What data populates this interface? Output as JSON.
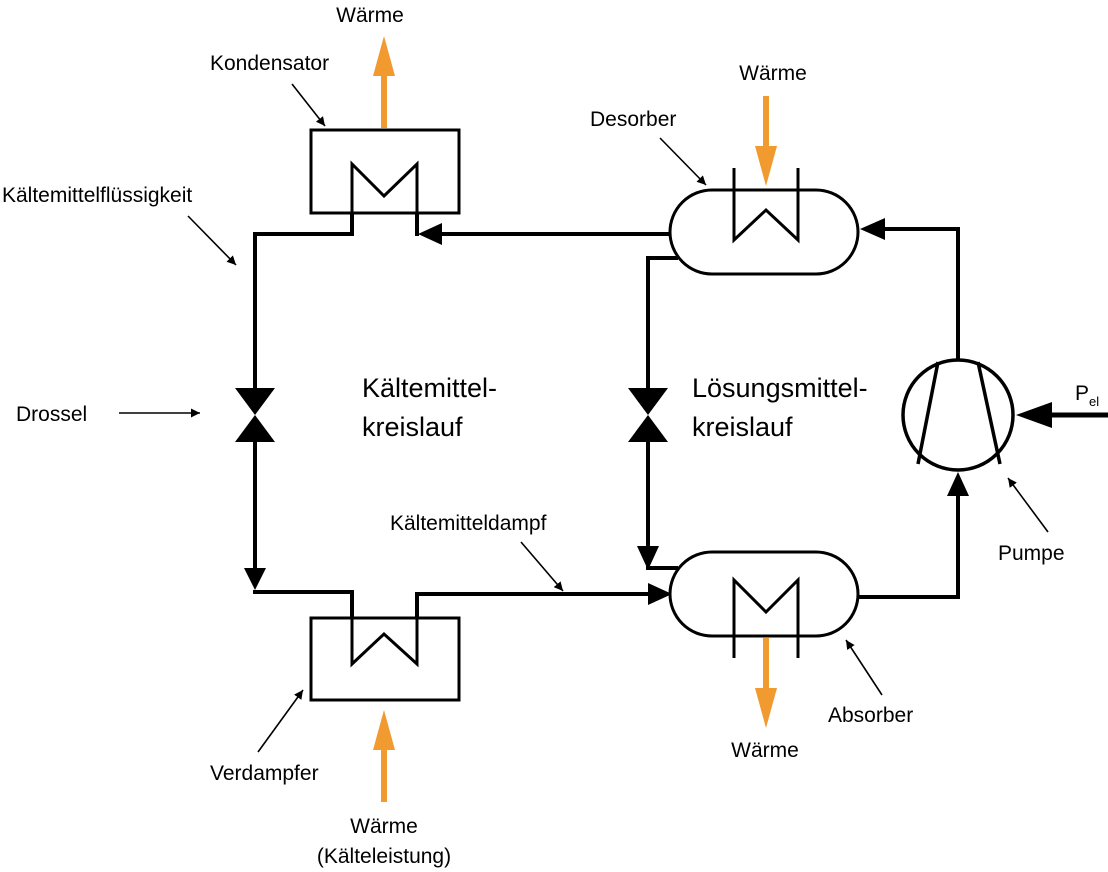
{
  "colors": {
    "line": "#000000",
    "heat_arrow": "#f09a30",
    "background": "#ffffff"
  },
  "labels": {
    "kondensator": "Kondensator",
    "waerme_kondensator": "Wärme",
    "desorber": "Desorber",
    "waerme_desorber": "Wärme",
    "kaeltemittelfluessigkeit": "Kältemittelflüssigkeit",
    "drossel": "Drossel",
    "kreislauf_left_line1": "Kältemittel-",
    "kreislauf_left_line2": "kreislauf",
    "kreislauf_right_line1": "Lösungsmittel-",
    "kreislauf_right_line2": "kreislauf",
    "power_main": "P",
    "power_sub": "el",
    "pumpe": "Pumpe",
    "kaeltemitteldampf": "Kältemitteldampf",
    "absorber": "Absorber",
    "waerme_absorber": "Wärme",
    "verdampfer": "Verdampfer",
    "waerme_verdampfer_line1": "Wärme",
    "waerme_verdampfer_line2": "(Kälteleistung)"
  },
  "components": [
    "condenser",
    "desorber",
    "throttle-left",
    "throttle-right",
    "pump",
    "evaporator",
    "absorber"
  ]
}
